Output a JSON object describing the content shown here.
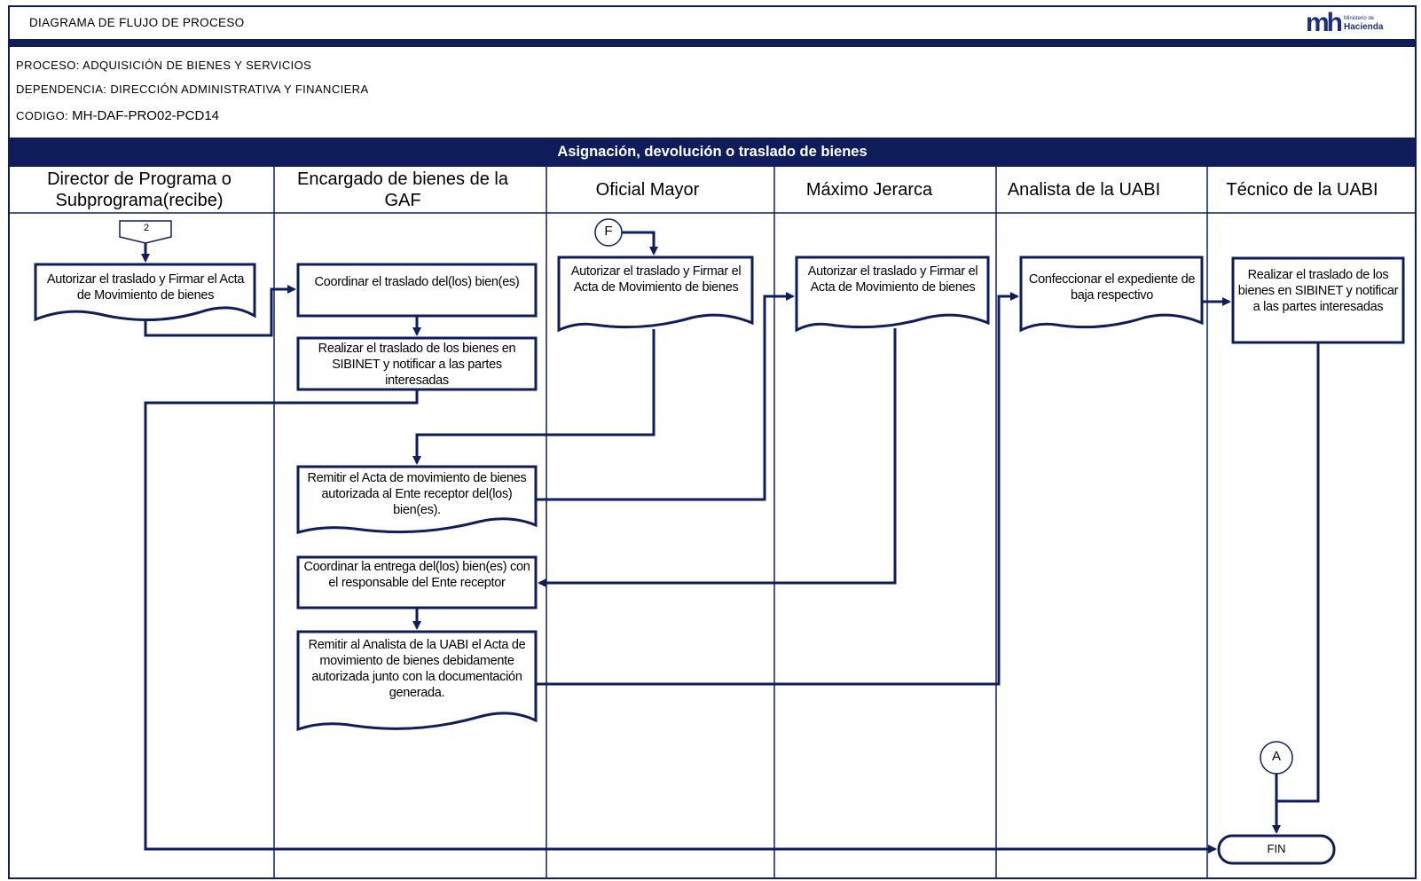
{
  "header": {
    "title": "DIAGRAMA DE FLUJO DE PROCESO",
    "logo_mark": "mh",
    "logo_small": "Ministerio de",
    "logo_big": "Hacienda"
  },
  "meta": {
    "proceso": "PROCESO: ADQUISICIÓN DE BIENES Y SERVICIOS",
    "dependencia": "DEPENDENCIA: DIRECCIÓN ADMINISTRATIVA Y FINANCIERA",
    "codigo_label": "CODIGO:",
    "codigo_value": "MH-DAF-PRO02-PCD14"
  },
  "section_title": "Asignación, devolución o traslado de bienes",
  "lanes": [
    "Director de Programa o Subprograma(recibe)",
    "Encargado de bienes de la GAF",
    "Oficial Mayor",
    "Máximo Jerarca",
    "Analista de la UABI",
    "Técnico de la UABI"
  ],
  "connectors": {
    "page_2": "2",
    "f": "F",
    "a": "A",
    "fin": "FIN"
  },
  "steps": {
    "director_autorizar": "Autorizar el traslado y Firmar el Acta de Movimiento de bienes",
    "gaf_coordinar": "Coordinar el traslado del(los) bien(es)",
    "gaf_realizar": "Realizar el traslado de los bienes en SIBINET y notificar a las partes interesadas",
    "oficial_autorizar": "Autorizar el traslado y Firmar el Acta de Movimiento de bienes",
    "jerarca_autorizar": "Autorizar el traslado y Firmar el Acta de Movimiento de bienes",
    "analista_confeccionar": "Confeccionar el expediente de baja respectivo",
    "tecnico_realizar": "Realizar el traslado de los bienes en SIBINET y notificar a las partes interesadas",
    "gaf_remitir_acta": "Remitir el Acta de movimiento de bienes autorizada al Ente receptor del(los) bien(es).",
    "gaf_coordinar_entrega": "Coordinar la entrega del(los) bien(es) con el responsable del Ente receptor",
    "gaf_remitir_analista": "Remitir al Analista de la UABI el Acta de movimiento de bienes debidamente autorizada junto con la documentación generada."
  }
}
